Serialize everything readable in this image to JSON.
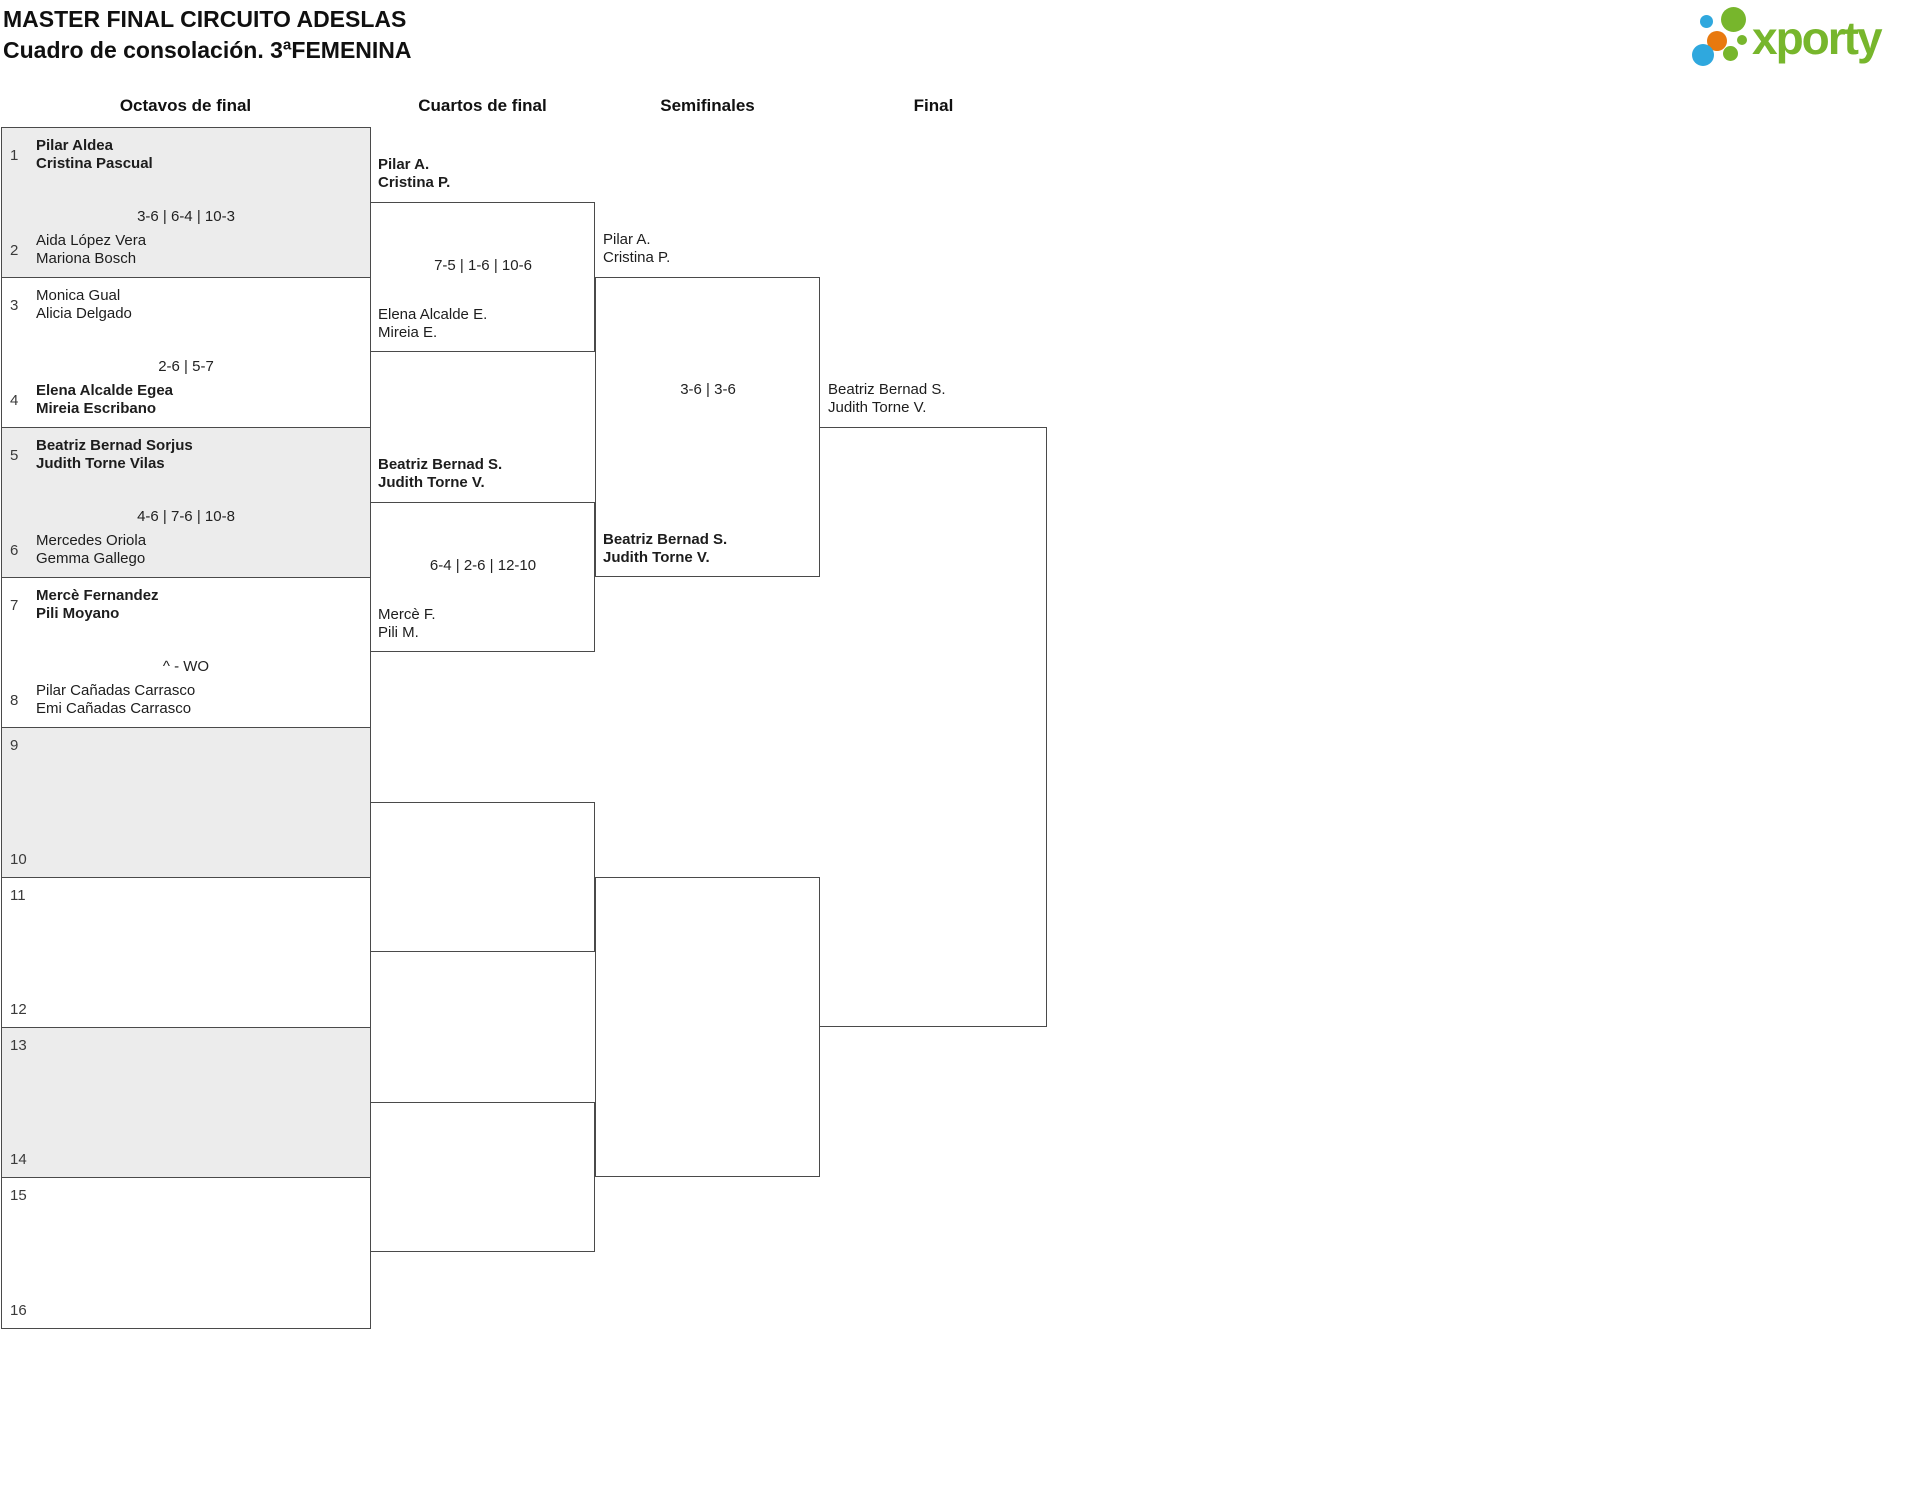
{
  "title": {
    "line1": "MASTER FINAL CIRCUITO ADESLAS",
    "line2": "Cuadro de consolación. 3ªFEMENINA"
  },
  "logo": {
    "text": "xporty"
  },
  "round_headers": [
    "Octavos de final",
    "Cuartos de final",
    "Semifinales",
    "Final"
  ],
  "colors": {
    "accent_green": "#77b62c",
    "accent_orange": "#e8790f",
    "accent_blue": "#2fa8de",
    "row_alt_gray": "#ececec",
    "line_border": "#4a4a4a",
    "text": "#1d1d1d"
  },
  "octavos": {
    "matches": [
      {
        "seed_top": "1",
        "team_top": [
          "Pilar Aldea",
          "Cristina Pascual"
        ],
        "top_winner": true,
        "score": "3-6 | 6-4 | 10-3",
        "seed_bottom": "2",
        "team_bottom": [
          "Aida López Vera",
          "Mariona Bosch"
        ],
        "bottom_winner": false
      },
      {
        "seed_top": "3",
        "team_top": [
          "Monica Gual",
          "Alicia Delgado"
        ],
        "top_winner": false,
        "score": "2-6 | 5-7",
        "seed_bottom": "4",
        "team_bottom": [
          "Elena Alcalde Egea",
          "Mireia Escribano"
        ],
        "bottom_winner": true
      },
      {
        "seed_top": "5",
        "team_top": [
          "Beatriz Bernad Sorjus",
          "Judith Torne Vilas"
        ],
        "top_winner": true,
        "score": "4-6 | 7-6 | 10-8",
        "seed_bottom": "6",
        "team_bottom": [
          "Mercedes Oriola",
          "Gemma Gallego"
        ],
        "bottom_winner": false
      },
      {
        "seed_top": "7",
        "team_top": [
          "Mercè Fernandez",
          "Pili Moyano"
        ],
        "top_winner": true,
        "score": "^ - WO",
        "seed_bottom": "8",
        "team_bottom": [
          "Pilar Cañadas Carrasco",
          "Emi Cañadas Carrasco"
        ],
        "bottom_winner": false
      },
      {
        "seed_top": "9",
        "seed_bottom": "10"
      },
      {
        "seed_top": "11",
        "seed_bottom": "12"
      },
      {
        "seed_top": "13",
        "seed_bottom": "14"
      },
      {
        "seed_top": "15",
        "seed_bottom": "16"
      }
    ]
  },
  "cuartos": {
    "matches": [
      {
        "team_top": [
          "Pilar A.",
          "Cristina P."
        ],
        "top_winner": true,
        "score": "7-5 | 1-6 | 10-6",
        "team_bottom": [
          "Elena Alcalde E.",
          "Mireia E."
        ],
        "bottom_winner": false
      },
      {
        "team_top": [
          "Beatriz Bernad S.",
          "Judith Torne V."
        ],
        "top_winner": true,
        "score": "6-4 | 2-6 | 12-10",
        "team_bottom": [
          "Mercè F.",
          "Pili M."
        ],
        "bottom_winner": false
      },
      {},
      {}
    ]
  },
  "semifinales": {
    "matches": [
      {
        "team_top": [
          "Pilar A.",
          "Cristina P."
        ],
        "top_winner": false,
        "score": "3-6 | 3-6",
        "team_bottom": [
          "Beatriz Bernad S.",
          "Judith Torne V."
        ],
        "bottom_winner": true
      },
      {}
    ]
  },
  "final": {
    "team": [
      "Beatriz Bernad S.",
      "Judith Torne V."
    ]
  }
}
